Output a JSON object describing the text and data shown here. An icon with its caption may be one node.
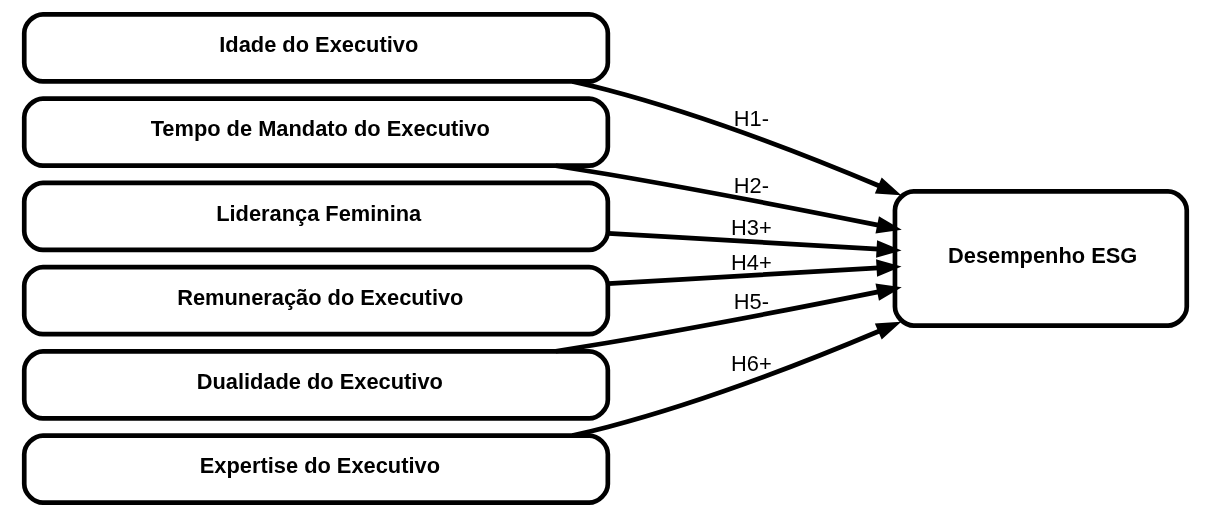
{
  "diagram": {
    "nodes": [
      {
        "text": [
          "Idade do Executivo"
        ]
      },
      {
        "text": [
          "Tempo de Mandato do Executivo"
        ]
      },
      {
        "text": [
          "Liderança Feminina"
        ]
      },
      {
        "text": [
          "Remuneração do Executivo"
        ]
      },
      {
        "text": [
          "Dualidade do Executivo"
        ]
      },
      {
        "text": [
          "Expertise do Executivo"
        ]
      },
      {
        "text": [
          "Desempenho ESG"
        ]
      }
    ],
    "edges": [
      {
        "from": 0,
        "to": 6,
        "arrow": "to",
        "label": "H1-"
      },
      {
        "from": 1,
        "to": 6,
        "arrow": "to",
        "label": "H2-"
      },
      {
        "from": 2,
        "to": 6,
        "arrow": "to",
        "label": "H3+"
      },
      {
        "from": 3,
        "to": 6,
        "arrow": "to",
        "label": "H4+"
      },
      {
        "from": 4,
        "to": 6,
        "arrow": "to",
        "label": "H5-"
      },
      {
        "from": 5,
        "to": 6,
        "arrow": "to",
        "label": "H6+"
      }
    ]
  }
}
